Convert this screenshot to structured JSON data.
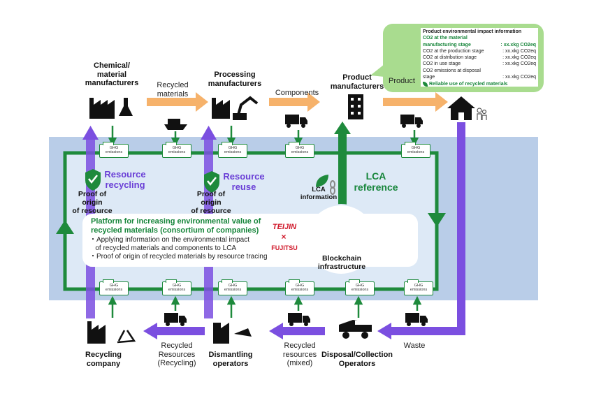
{
  "nodes": {
    "chemical": "Chemical/\nmaterial\nmanufacturers",
    "processing": "Processing\nmanufacturers",
    "product_mfr": "Product\nmanufacturers",
    "recycling": "Recycling\ncompany",
    "dismantling": "Dismantling\noperators",
    "disposal": "Disposal/Collection\nOperators"
  },
  "flows": {
    "recycled_materials": "Recycled\nmaterials",
    "components": "Components",
    "recycled_resources_recycling": "Recycled\nResources\n(Recycling)",
    "recycled_resources_mixed": "Recycled\nresources\n(mixed)",
    "waste": "Waste"
  },
  "ghg_label": "GHG\nemissions",
  "loop_labels": {
    "resource_recycling": "Resource\nrecycling",
    "resource_reuse": "Resource\nreuse",
    "proof_origin": "Proof of\norigin\nof resource",
    "lca_reference": "LCA\nreference",
    "lca_information": "LCA\ninformation"
  },
  "platform": {
    "title": "Platform for increasing environmental value of\nrecycled materials (consortium of companies)",
    "bullet1": "・Applying information on the environmental impact\n   of recycled materials and components to LCA",
    "bullet2": "・Proof of origin of recycled materials by resource tracing",
    "logo1": "TEIJIN",
    "times": "×",
    "logo2": "FUJITSU",
    "blockchain": "Blockchain\ninfrastructure"
  },
  "product_info": {
    "product_label": "Product",
    "heading": "Product environmental impact information",
    "rows": [
      {
        "label": "CO2 at the material\nmanufacturing stage",
        "value": ": xx.xkg CO2eq",
        "highlight": true
      },
      {
        "label": "CO2 at the production stage",
        "value": ": xx.xkg CO2eq",
        "highlight": false
      },
      {
        "label": "CO2 at distribution stage",
        "value": ": xx.xkg CO2eq",
        "highlight": false
      },
      {
        "label": "CO2 in use stage",
        "value": ": xx.xkg CO2eq",
        "highlight": false
      },
      {
        "label": "CO2 emissions at disposal\nstage",
        "value": ": xx.xkg CO2eq",
        "highlight": false
      }
    ],
    "footer": "Reliable use of recycled materials"
  },
  "colors": {
    "green": "#1e8a3c",
    "purple": "#7b4fe0",
    "orange": "#f6b26b",
    "band": "#b9cde8",
    "bubble": "#a9dc8f"
  }
}
